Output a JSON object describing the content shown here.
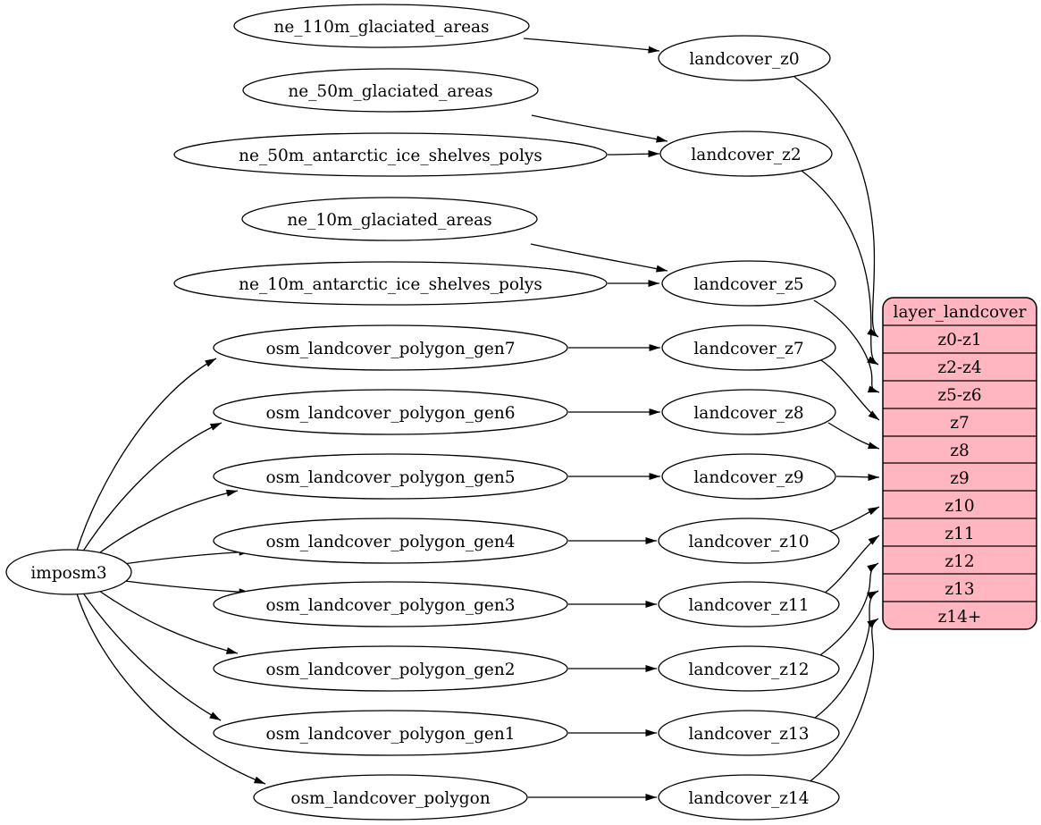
{
  "diagram_type": "dependency-graph",
  "colors": {
    "background": "#ffffff",
    "node_fill": "#ffffff",
    "edge_color": "#000000",
    "record_fill": "#ffb6c1"
  },
  "labels": {
    "imposm3": "imposm3",
    "ne_110m_glaciated_areas": "ne_110m_glaciated_areas",
    "ne_50m_glaciated_areas": "ne_50m_glaciated_areas",
    "ne_50m_antarctic_ice_shelves_polys": "ne_50m_antarctic_ice_shelves_polys",
    "ne_10m_glaciated_areas": "ne_10m_glaciated_areas",
    "ne_10m_antarctic_ice_shelves_polys": "ne_10m_antarctic_ice_shelves_polys",
    "osm_landcover_polygon_gen7": "osm_landcover_polygon_gen7",
    "osm_landcover_polygon_gen6": "osm_landcover_polygon_gen6",
    "osm_landcover_polygon_gen5": "osm_landcover_polygon_gen5",
    "osm_landcover_polygon_gen4": "osm_landcover_polygon_gen4",
    "osm_landcover_polygon_gen3": "osm_landcover_polygon_gen3",
    "osm_landcover_polygon_gen2": "osm_landcover_polygon_gen2",
    "osm_landcover_polygon_gen1": "osm_landcover_polygon_gen1",
    "osm_landcover_polygon": "osm_landcover_polygon",
    "landcover_z0": "landcover_z0",
    "landcover_z2": "landcover_z2",
    "landcover_z5": "landcover_z5",
    "landcover_z7": "landcover_z7",
    "landcover_z8": "landcover_z8",
    "landcover_z9": "landcover_z9",
    "landcover_z10": "landcover_z10",
    "landcover_z11": "landcover_z11",
    "landcover_z12": "landcover_z12",
    "landcover_z13": "landcover_z13",
    "landcover_z14": "landcover_z14"
  },
  "record": {
    "title": "layer_landcover",
    "rows": [
      "z0-z1",
      "z2-z4",
      "z5-z6",
      "z7",
      "z8",
      "z9",
      "z10",
      "z11",
      "z12",
      "z13",
      "z14+"
    ]
  },
  "edges": [
    {
      "from": "ne_110m_glaciated_areas",
      "to": "landcover_z0"
    },
    {
      "from": "ne_50m_glaciated_areas",
      "to": "landcover_z2"
    },
    {
      "from": "ne_50m_antarctic_ice_shelves_polys",
      "to": "landcover_z2"
    },
    {
      "from": "ne_10m_glaciated_areas",
      "to": "landcover_z5"
    },
    {
      "from": "ne_10m_antarctic_ice_shelves_polys",
      "to": "landcover_z5"
    },
    {
      "from": "imposm3",
      "to": "osm_landcover_polygon_gen7"
    },
    {
      "from": "imposm3",
      "to": "osm_landcover_polygon_gen6"
    },
    {
      "from": "imposm3",
      "to": "osm_landcover_polygon_gen5"
    },
    {
      "from": "imposm3",
      "to": "osm_landcover_polygon_gen4"
    },
    {
      "from": "imposm3",
      "to": "osm_landcover_polygon_gen3"
    },
    {
      "from": "imposm3",
      "to": "osm_landcover_polygon_gen2"
    },
    {
      "from": "imposm3",
      "to": "osm_landcover_polygon_gen1"
    },
    {
      "from": "imposm3",
      "to": "osm_landcover_polygon"
    },
    {
      "from": "osm_landcover_polygon_gen7",
      "to": "landcover_z7"
    },
    {
      "from": "osm_landcover_polygon_gen6",
      "to": "landcover_z8"
    },
    {
      "from": "osm_landcover_polygon_gen5",
      "to": "landcover_z9"
    },
    {
      "from": "osm_landcover_polygon_gen4",
      "to": "landcover_z10"
    },
    {
      "from": "osm_landcover_polygon_gen3",
      "to": "landcover_z11"
    },
    {
      "from": "osm_landcover_polygon_gen2",
      "to": "landcover_z12"
    },
    {
      "from": "osm_landcover_polygon_gen1",
      "to": "landcover_z13"
    },
    {
      "from": "osm_landcover_polygon",
      "to": "landcover_z14"
    },
    {
      "from": "landcover_z0",
      "to": "layer_landcover",
      "to_row": "z0-z1"
    },
    {
      "from": "landcover_z2",
      "to": "layer_landcover",
      "to_row": "z2-z4"
    },
    {
      "from": "landcover_z5",
      "to": "layer_landcover",
      "to_row": "z5-z6"
    },
    {
      "from": "landcover_z7",
      "to": "layer_landcover",
      "to_row": "z7"
    },
    {
      "from": "landcover_z8",
      "to": "layer_landcover",
      "to_row": "z8"
    },
    {
      "from": "landcover_z9",
      "to": "layer_landcover",
      "to_row": "z9"
    },
    {
      "from": "landcover_z10",
      "to": "layer_landcover",
      "to_row": "z10"
    },
    {
      "from": "landcover_z11",
      "to": "layer_landcover",
      "to_row": "z11"
    },
    {
      "from": "landcover_z12",
      "to": "layer_landcover",
      "to_row": "z12"
    },
    {
      "from": "landcover_z13",
      "to": "layer_landcover",
      "to_row": "z13"
    },
    {
      "from": "landcover_z14",
      "to": "layer_landcover",
      "to_row": "z14+"
    }
  ]
}
